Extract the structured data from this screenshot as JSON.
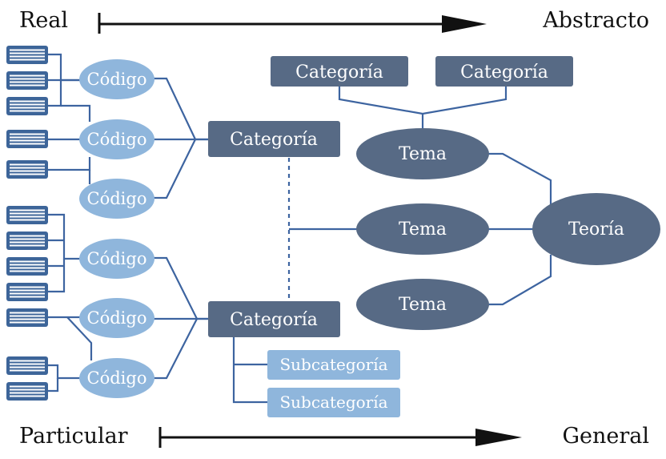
{
  "axes": {
    "top_left": "Real",
    "top_right": "Abstracto",
    "bottom_left": "Particular",
    "bottom_right": "General"
  },
  "labels": {
    "codigo": "Código",
    "categoria": "Categoría",
    "tema": "Tema",
    "teoria": "Teoría",
    "subcategoria": "Subcategoría"
  },
  "colors": {
    "dark_node": "#576a85",
    "light_node": "#8fb6dc",
    "line": "#3d64a0",
    "doc_icon_fill": "#3d6599"
  },
  "icons": {
    "document": "document-lines-icon"
  }
}
